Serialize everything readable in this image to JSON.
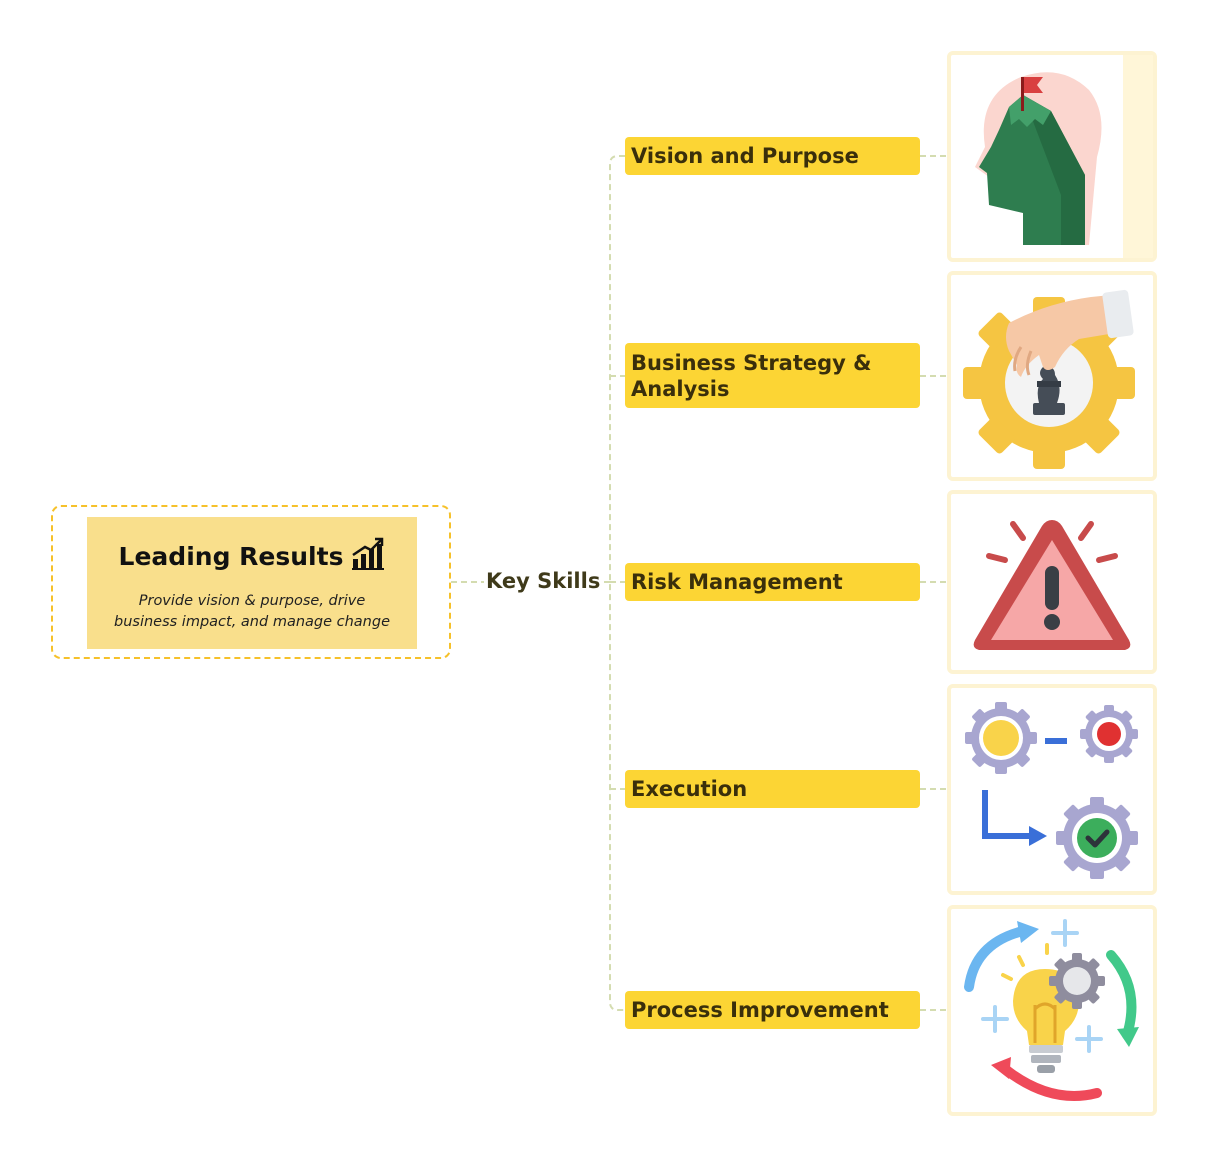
{
  "root": {
    "title": "Leading Results",
    "subtitle": "Provide vision & purpose, drive business impact, and manage change",
    "icon": "chart-increasing-icon"
  },
  "connector_label": "Key Skills",
  "skills": [
    {
      "label": "Vision and Purpose",
      "icon": "mountain-flag-head-icon"
    },
    {
      "label": "Business Strategy & Analysis",
      "icon": "hand-chess-gear-icon"
    },
    {
      "label": "Risk Management",
      "icon": "warning-triangle-icon"
    },
    {
      "label": "Execution",
      "icon": "gears-checkmark-icon"
    },
    {
      "label": "Process Improvement",
      "icon": "lightbulb-gear-cycle-icon"
    }
  ],
  "colors": {
    "skill_fill": "#fcd534",
    "root_fill": "#f9df8c",
    "root_border": "#f6c12a",
    "connector": "#d4dcb0",
    "card_border": "#fdf3d2"
  }
}
